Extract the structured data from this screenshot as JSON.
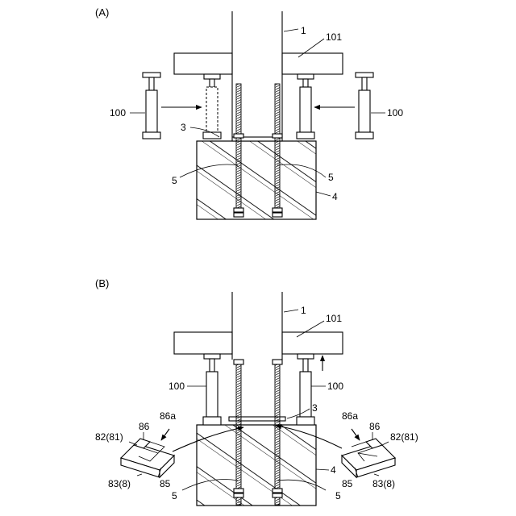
{
  "panels": [
    {
      "label": "(A)",
      "callouts": {
        "column": "1",
        "beam": "101",
        "jack_left": "100",
        "jack_right": "100",
        "plate": "3",
        "bolt_left": "5",
        "bolt_right": "5",
        "foundation": "4"
      }
    },
    {
      "label": "(B)",
      "callouts": {
        "column": "1",
        "beam": "101",
        "jack_left": "100",
        "jack_right": "100",
        "plate": "3",
        "bolt_left": "5",
        "bolt_right": "5",
        "foundation": "4",
        "shim_left_top": "86",
        "shim_left_notch": "86a",
        "shim_left_side": "82(81)",
        "shim_left_body": "85",
        "shim_left_base": "83(8)",
        "shim_right_top": "86",
        "shim_right_notch": "86a",
        "shim_right_side": "82(81)",
        "shim_right_body": "85",
        "shim_right_base": "83(8)"
      }
    }
  ]
}
